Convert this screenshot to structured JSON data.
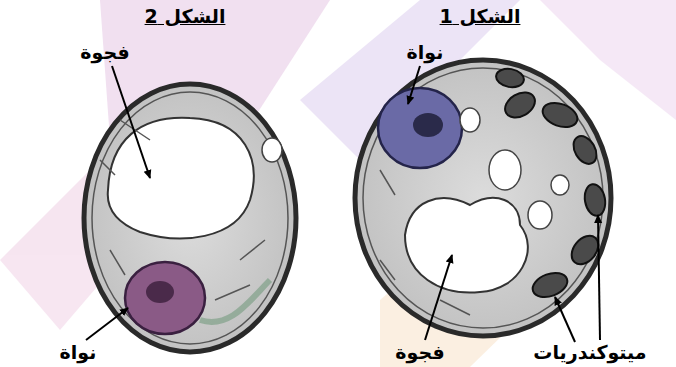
{
  "diagram": {
    "labels": [
      "الشكل 2",
      "الشكل 1",
      "فجوة",
      "نواة",
      "نواة",
      "فجوة",
      "ميتوكندريات"
    ]
  }
}
